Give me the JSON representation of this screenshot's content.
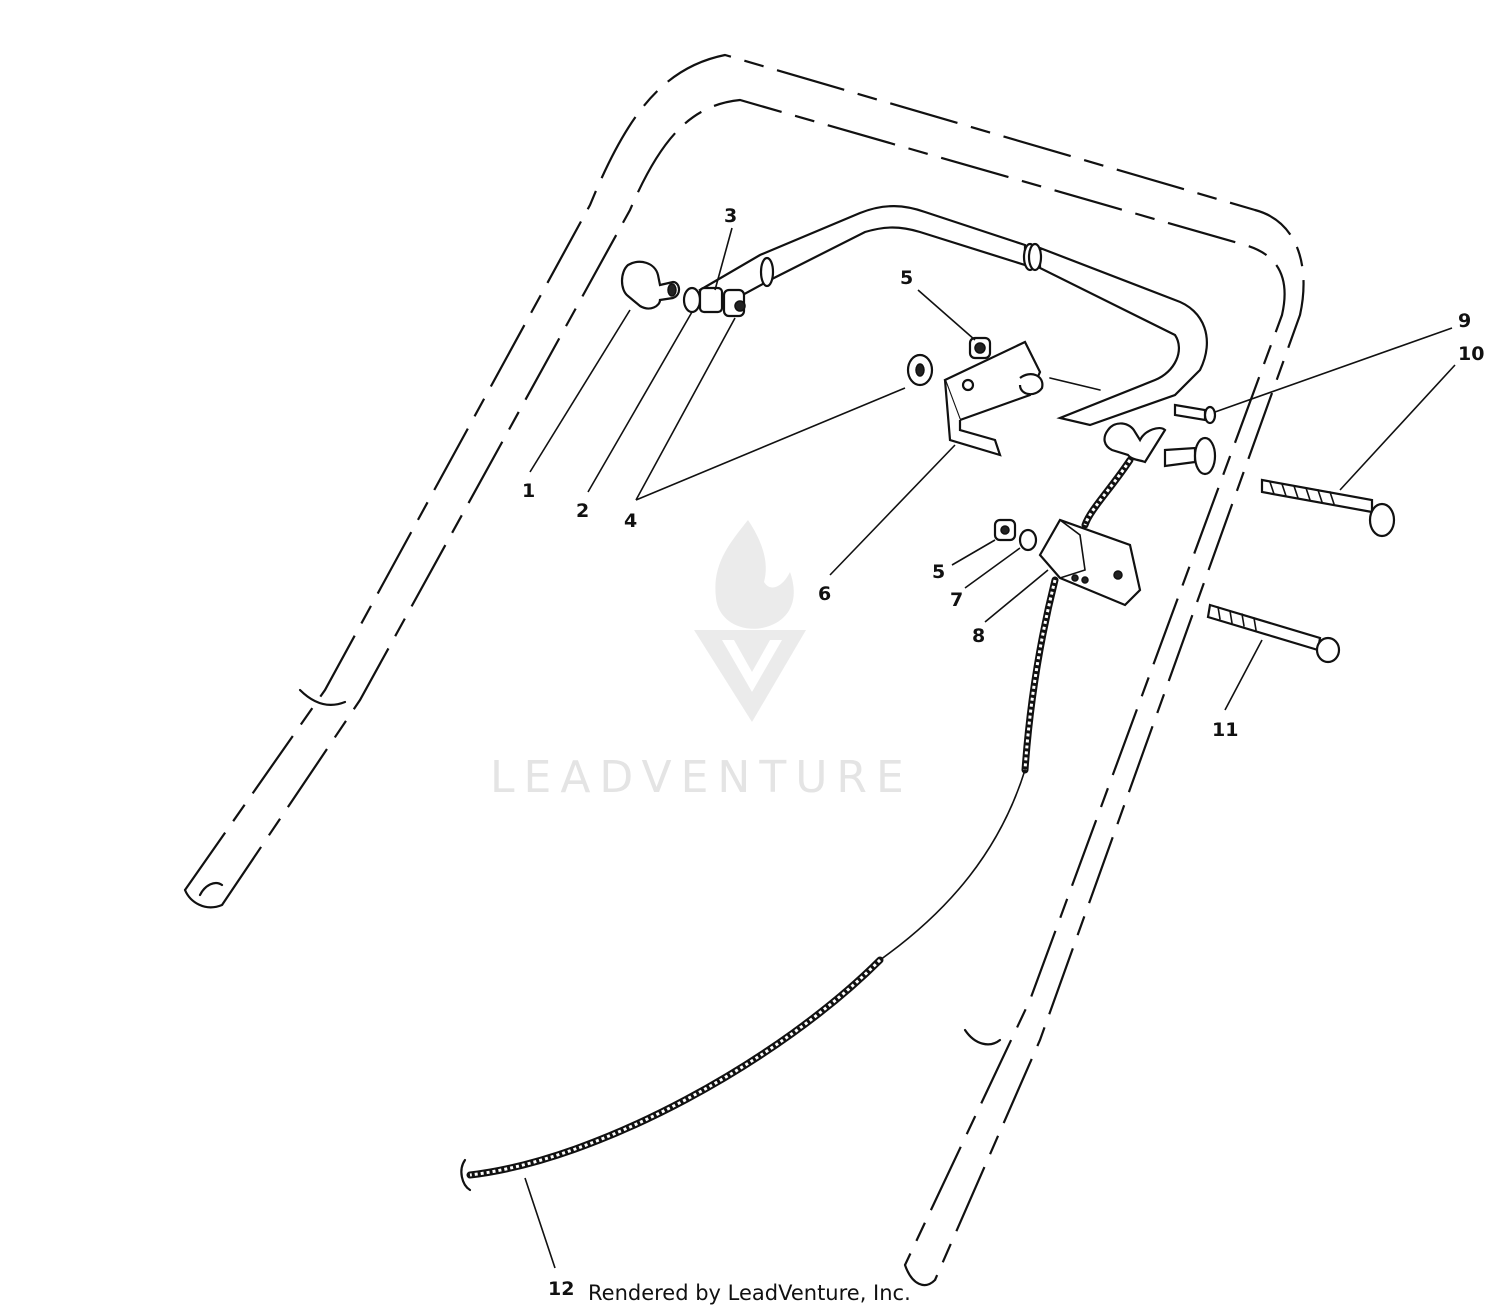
{
  "callouts": [
    {
      "id": "1",
      "label": "1"
    },
    {
      "id": "2",
      "label": "2"
    },
    {
      "id": "3",
      "label": "3"
    },
    {
      "id": "4",
      "label": "4"
    },
    {
      "id": "5a",
      "label": "5"
    },
    {
      "id": "6",
      "label": "6"
    },
    {
      "id": "5b",
      "label": "5"
    },
    {
      "id": "7",
      "label": "7"
    },
    {
      "id": "8",
      "label": "8"
    },
    {
      "id": "9",
      "label": "9"
    },
    {
      "id": "10",
      "label": "10"
    },
    {
      "id": "11",
      "label": "11"
    },
    {
      "id": "12",
      "label": "12"
    }
  ],
  "watermark": {
    "text": "LEADVENTURE"
  },
  "footer": {
    "text": "Rendered by LeadVenture, Inc."
  }
}
